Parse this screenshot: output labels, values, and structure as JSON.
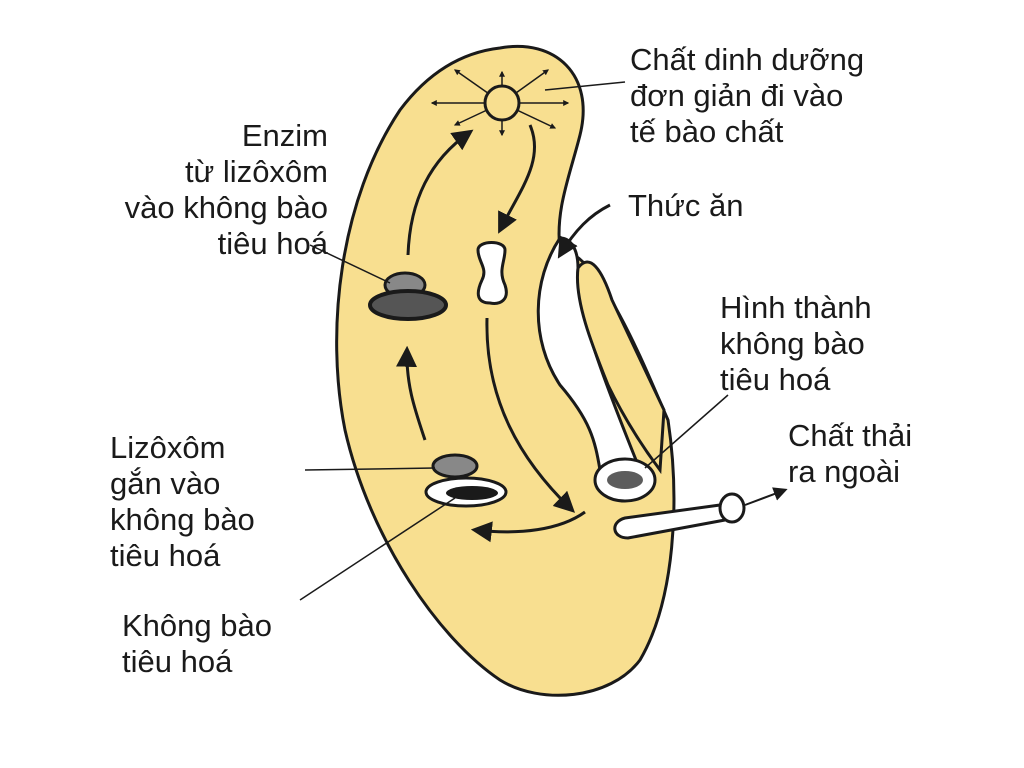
{
  "labels": {
    "nutrients": "Chất dinh dưỡng\nđơn giản đi vào\ntế bào chất",
    "enzyme": "Enzim\ntừ lizôxôm\nvào không bào\ntiêu hoá",
    "food": "Thức ăn",
    "formation": "Hình thành\nkhông bào\ntiêu hoá",
    "waste": "Chất thải\nra ngoài",
    "lysosome": "Lizôxôm\ngắn vào\nkhông bào\ntiêu hoá",
    "vacuole": "Không bào\ntiêu hoá"
  },
  "colors": {
    "cell_fill": "#f8df90",
    "outline": "#1a1a1a"
  }
}
